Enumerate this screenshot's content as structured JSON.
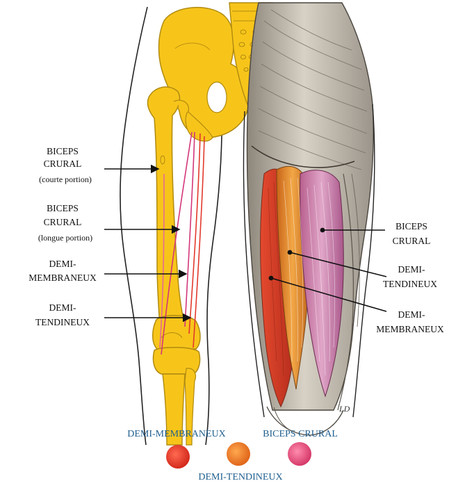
{
  "left_labels": [
    {
      "lines": [
        "BICEPS",
        "CRURAL"
      ],
      "sub": "(courte portion)"
    },
    {
      "lines": [
        "BICEPS",
        "CRURAL"
      ],
      "sub": "(longue portion)"
    },
    {
      "lines": [
        "DEMI-",
        "MEMBRANEUX"
      ],
      "sub": ""
    },
    {
      "lines": [
        "DEMI-",
        "TENDINEUX"
      ],
      "sub": ""
    }
  ],
  "right_labels": [
    {
      "lines": [
        "BICEPS",
        "CRURAL"
      ]
    },
    {
      "lines": [
        "DEMI-",
        "TENDINEUX"
      ]
    },
    {
      "lines": [
        "DEMI-",
        "MEMBRANEUX"
      ]
    }
  ],
  "signature": "LD",
  "legend": {
    "demi_membraneux": "DEMI-MEMBRANEUX",
    "biceps_crural": "BICEPS CRURAL",
    "demi_tendineux": "DEMI-TENDINEUX",
    "colors": {
      "demi_membraneux": "#e53a2c",
      "demi_tendineux": "#ee7f26",
      "biceps_crural": "#e04b7a"
    }
  },
  "colors": {
    "bone": "#f7c51a",
    "bone_outline": "#b08a10",
    "muscle_grey": "#b9b2a6",
    "biceps": "#c77aa6",
    "semitendinosus": "#e88a2a",
    "semimembranosus": "#d9442e",
    "legend_text": "#1f5f8f"
  }
}
